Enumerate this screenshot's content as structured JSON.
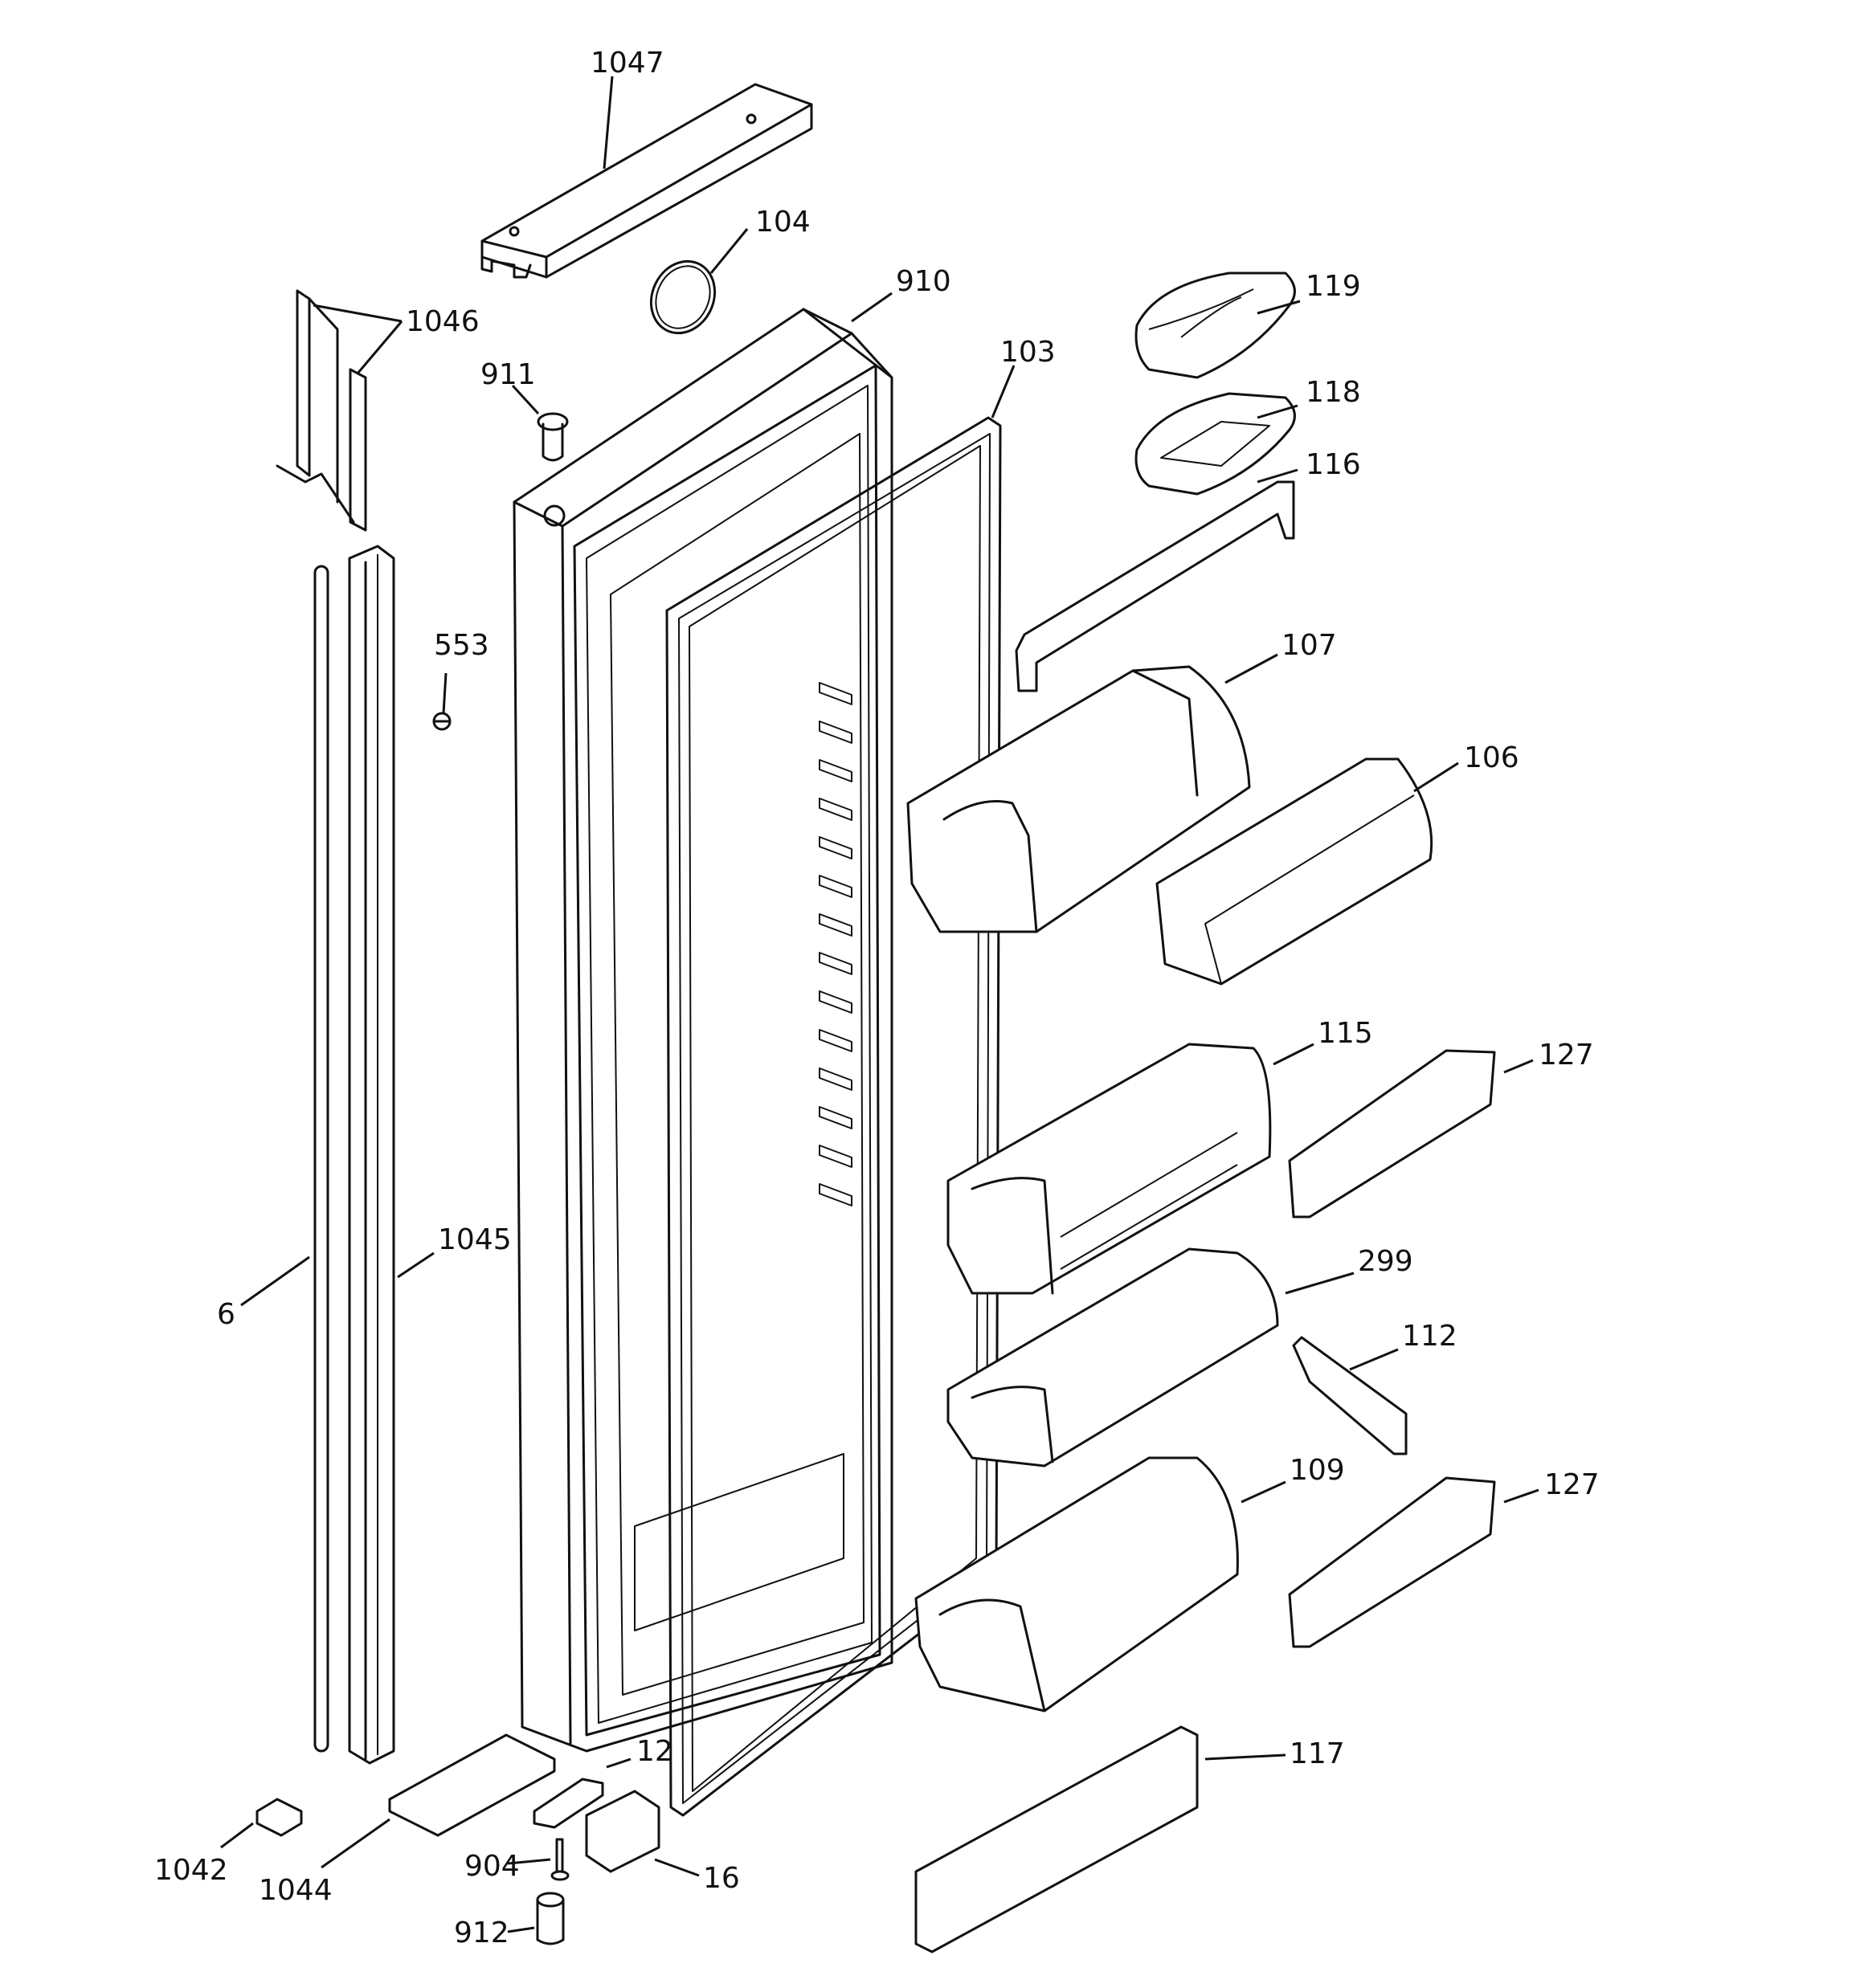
{
  "diagram": {
    "parts": [
      {
        "id": "p1047",
        "label": "1047"
      },
      {
        "id": "p104",
        "label": "104"
      },
      {
        "id": "p910",
        "label": "910"
      },
      {
        "id": "p1046",
        "label": "1046"
      },
      {
        "id": "p911",
        "label": "911"
      },
      {
        "id": "p103",
        "label": "103"
      },
      {
        "id": "p119",
        "label": "119"
      },
      {
        "id": "p118",
        "label": "118"
      },
      {
        "id": "p116",
        "label": "116"
      },
      {
        "id": "p553",
        "label": "553"
      },
      {
        "id": "p107",
        "label": "107"
      },
      {
        "id": "p106",
        "label": "106"
      },
      {
        "id": "p115",
        "label": "115"
      },
      {
        "id": "p127a",
        "label": "127"
      },
      {
        "id": "p1045",
        "label": "1045"
      },
      {
        "id": "p6",
        "label": "6"
      },
      {
        "id": "p299",
        "label": "299"
      },
      {
        "id": "p112",
        "label": "112"
      },
      {
        "id": "p109",
        "label": "109"
      },
      {
        "id": "p127b",
        "label": "127"
      },
      {
        "id": "p117",
        "label": "117"
      },
      {
        "id": "p12",
        "label": "12"
      },
      {
        "id": "p1042",
        "label": "1042"
      },
      {
        "id": "p1044",
        "label": "1044"
      },
      {
        "id": "p904",
        "label": "904"
      },
      {
        "id": "p16",
        "label": "16"
      },
      {
        "id": "p912",
        "label": "912"
      }
    ]
  }
}
